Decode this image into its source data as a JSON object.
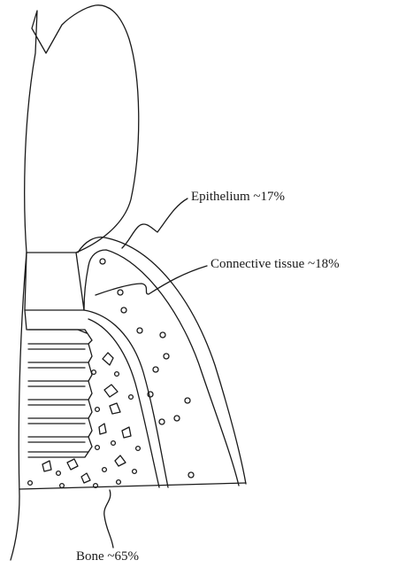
{
  "labels": {
    "epithelium": "Epithelium ~17%",
    "connective_tissue": "Connective tissue ~18%",
    "bone": "Bone ~65%"
  },
  "colors": {
    "ink": "#1a1a1a",
    "background": "#ffffff"
  }
}
